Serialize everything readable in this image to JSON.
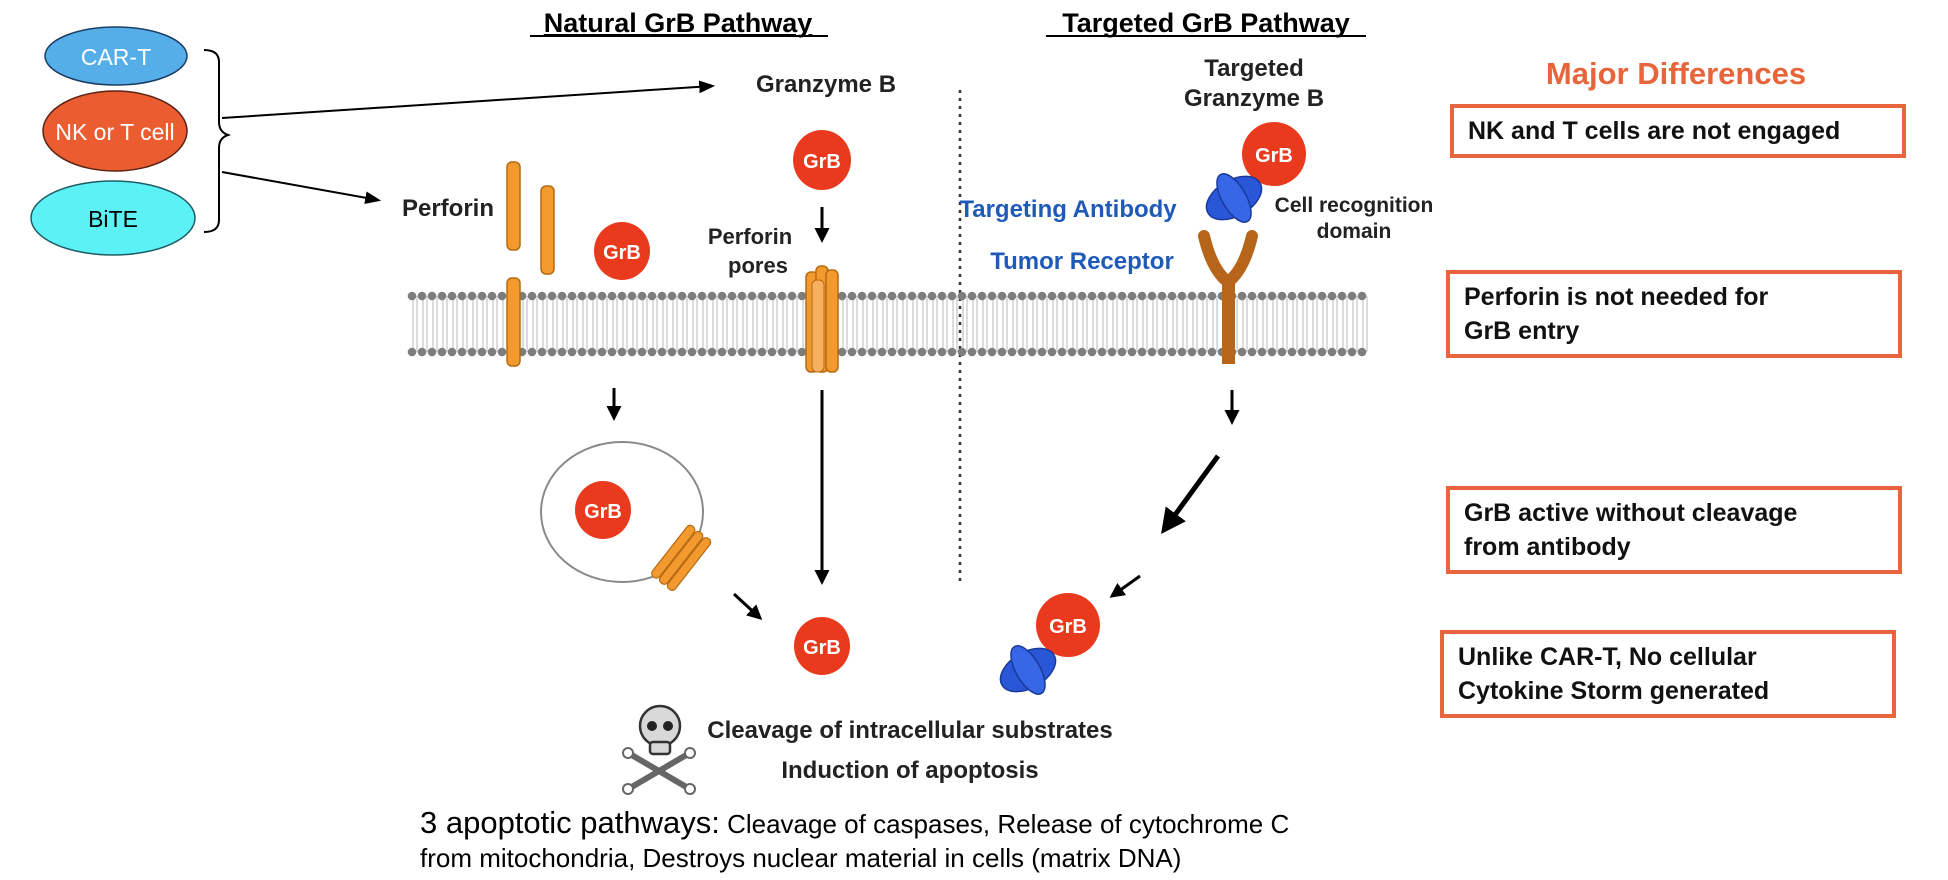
{
  "actors": [
    {
      "label": "CAR-T",
      "fill": "#56aee9"
    },
    {
      "label": "NK or T cell",
      "fill": "#ec5c31"
    },
    {
      "label": "BiTE",
      "fill": "#5cf2f5"
    }
  ],
  "natural": {
    "title": "Natural GrB Pathway",
    "granzyme_label": "Granzyme B",
    "perforin_label": "Perforin",
    "pores_label_1": "Perforin",
    "pores_label_2": "pores",
    "grb": "GrB"
  },
  "targeted": {
    "title": "Targeted GrB Pathway",
    "granzyme_label_1": "Targeted",
    "granzyme_label_2": "Granzyme B",
    "antibody_label": "Targeting Antibody",
    "receptor_label": "Tumor Receptor",
    "recognition_label_1": "Cell recognition",
    "recognition_label_2": "domain",
    "grb": "GrB"
  },
  "outcome": {
    "line1": "Cleavage of intracellular substrates",
    "line2": "Induction of apoptosis"
  },
  "differences": {
    "title": "Major Differences",
    "items": [
      {
        "line1": "NK and T cells are not engaged",
        "line2": ""
      },
      {
        "line1": "Perforin is not needed for",
        "line2": "GrB entry"
      },
      {
        "line1": "GrB active without cleavage",
        "line2": "from antibody"
      },
      {
        "line1": "Unlike CAR-T, No cellular",
        "line2": "Cytokine Storm generated"
      }
    ]
  },
  "caption": {
    "lead": "3 apoptotic pathways:",
    "rest_1": " Cleavage of caspases, Release of cytochrome C",
    "rest_2": "from mitochondria, Destroys nuclear material in cells (matrix DNA)"
  },
  "colors": {
    "accent": "#e8643a",
    "grb": "#ea3a1e",
    "perforin": "#f29a2e",
    "receptor": "#b8651c",
    "domain": "#2a56d8",
    "antibody_text": "#1f5ab8"
  }
}
